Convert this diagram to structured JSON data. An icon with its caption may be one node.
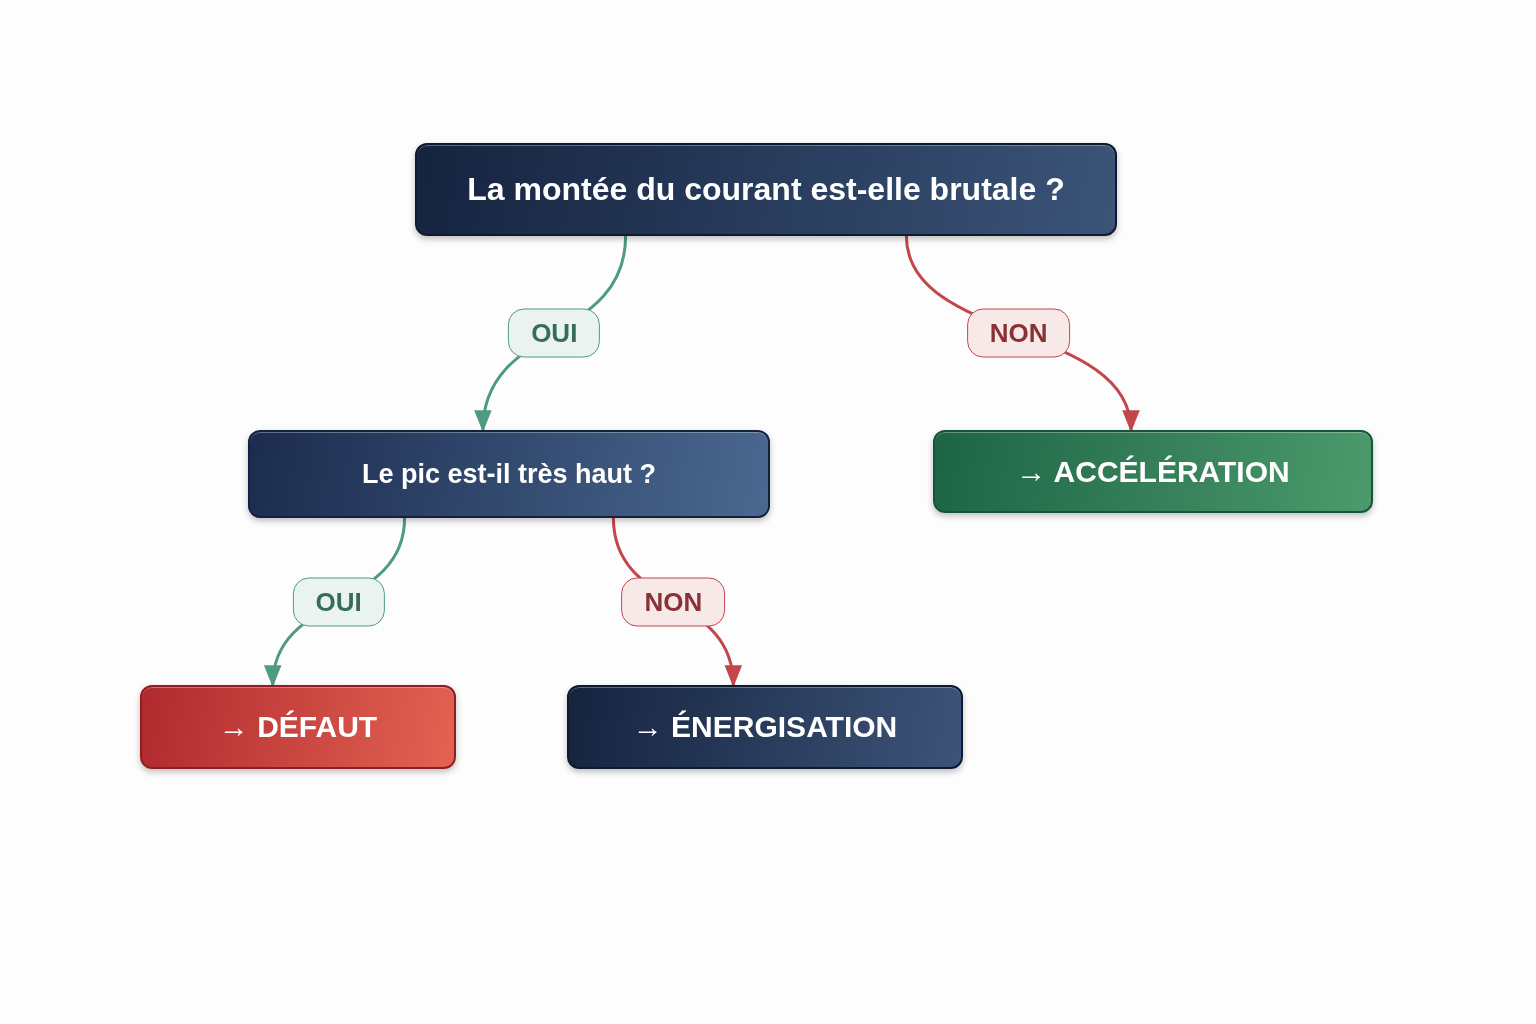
{
  "diagram": {
    "nodes": [
      {
        "text": [
          "La montée du courant est-elle brutale ?"
        ]
      },
      {
        "text": [
          "Le pic est-il très haut ?"
        ]
      },
      {
        "text": [
          "→ ACCÉLÉRATION"
        ]
      },
      {
        "text": [
          "→ DÉFAUT"
        ]
      },
      {
        "text": [
          "→ ÉNERGISATION"
        ]
      }
    ],
    "edges": [
      {
        "from": 0,
        "to": 1,
        "arrow": "to",
        "label": "OUI",
        "color": "#4f9a82"
      },
      {
        "from": 0,
        "to": 2,
        "arrow": "to",
        "label": "NON",
        "color": "#c2474b"
      },
      {
        "from": 1,
        "to": 3,
        "arrow": "to",
        "label": "OUI",
        "color": "#4f9a82"
      },
      {
        "from": 1,
        "to": 4,
        "arrow": "to",
        "label": "NON",
        "color": "#c2474b"
      }
    ]
  }
}
